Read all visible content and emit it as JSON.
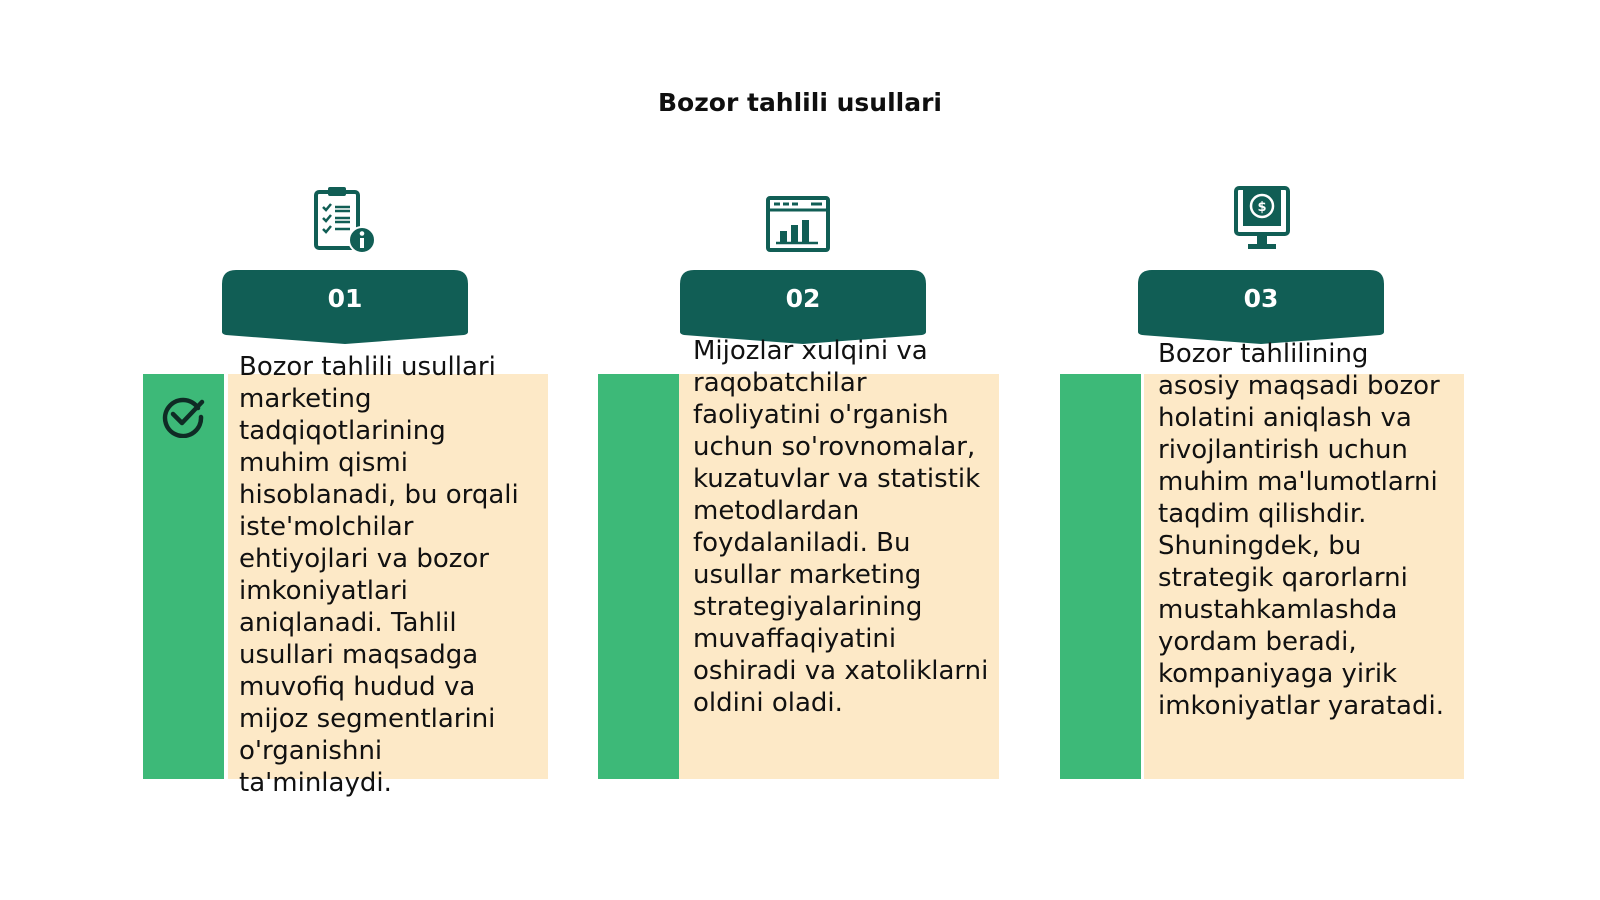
{
  "title": "Bozor tahlili usullari",
  "colors": {
    "primary": "#115e55",
    "green": "#3db978",
    "cream": "#fde9c7"
  },
  "steps": [
    {
      "number": "01",
      "icon": "clipboard-info-icon",
      "marker_icon": "check-circle-icon",
      "text": "Bozor tahlili usullari marketing tadqiqotlarining muhim qismi hisoblanadi, bu orqali iste'molchilar ehtiyojlari va bozor imkoniyatlari aniqlanadi. Tahlil usullari maqsadga muvofiq hudud va mijoz segmentlarini o'rganishni ta'minlaydi."
    },
    {
      "number": "02",
      "icon": "chart-window-icon",
      "text": "Mijozlar xulqini va raqobatchilar faoliyatini o'rganish uchun so'rovnomalar, kuzatuvlar va statistik metodlardan foydalaniladi. Bu usullar marketing strategiyalarining muvaffaqiyatini oshiradi va xatoliklarni oldini oladi."
    },
    {
      "number": "03",
      "icon": "dollar-monitor-icon",
      "text": "Bozor tahlilining asosiy maqsadi bozor holatini aniqlash va rivojlantirish uchun muhim ma'lumotlarni taqdim qilishdir. Shuningdek, bu strategik qarorlarni mustahkamlashda yordam beradi, kompaniyaga yirik imkoniyatlar yaratadi."
    }
  ]
}
